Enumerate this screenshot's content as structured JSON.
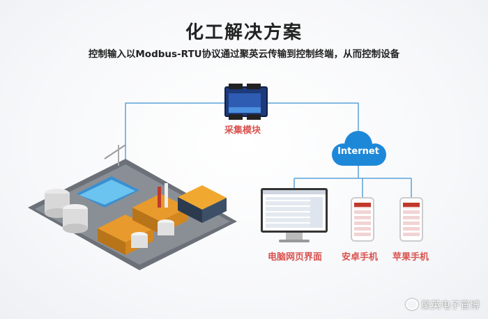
{
  "title": "化工解决方案",
  "subtitle": "控制输入以Modbus-RTU协议通过聚英云传输到控制终端，从而控制设备",
  "nodes": {
    "module": "采集模块",
    "cloud": "Internet",
    "pc": "电脑网页界面",
    "android": "安卓手机",
    "iphone": "苹果手机"
  },
  "watermark": "聚英电子官博",
  "colors": {
    "line": "#5ba3d9",
    "label": "#d9534f",
    "cloud": "#1e88d8"
  }
}
